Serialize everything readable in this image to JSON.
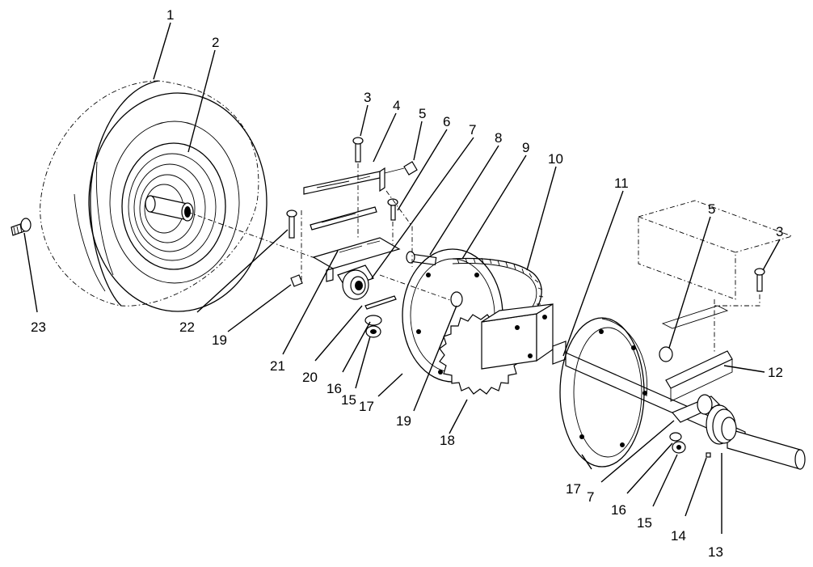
{
  "diagram": {
    "callouts": [
      {
        "id": "c1",
        "label": "1"
      },
      {
        "id": "c2",
        "label": "2"
      },
      {
        "id": "c3a",
        "label": "3"
      },
      {
        "id": "c4",
        "label": "4"
      },
      {
        "id": "c5a",
        "label": "5"
      },
      {
        "id": "c6",
        "label": "6"
      },
      {
        "id": "c7a",
        "label": "7"
      },
      {
        "id": "c8",
        "label": "8"
      },
      {
        "id": "c9",
        "label": "9"
      },
      {
        "id": "c10",
        "label": "10"
      },
      {
        "id": "c11",
        "label": "11"
      },
      {
        "id": "c5b",
        "label": "5"
      },
      {
        "id": "c3b",
        "label": "3"
      },
      {
        "id": "c12",
        "label": "12"
      },
      {
        "id": "c13",
        "label": "13"
      },
      {
        "id": "c14",
        "label": "14"
      },
      {
        "id": "c15b",
        "label": "15"
      },
      {
        "id": "c16b",
        "label": "16"
      },
      {
        "id": "c7b",
        "label": "7"
      },
      {
        "id": "c17b",
        "label": "17"
      },
      {
        "id": "c18",
        "label": "18"
      },
      {
        "id": "c19b",
        "label": "19"
      },
      {
        "id": "c17a",
        "label": "17"
      },
      {
        "id": "c15a",
        "label": "15"
      },
      {
        "id": "c16a",
        "label": "16"
      },
      {
        "id": "c20",
        "label": "20"
      },
      {
        "id": "c21",
        "label": "21"
      },
      {
        "id": "c19a",
        "label": "19"
      },
      {
        "id": "c22",
        "label": "22"
      },
      {
        "id": "c23",
        "label": "23"
      }
    ]
  }
}
